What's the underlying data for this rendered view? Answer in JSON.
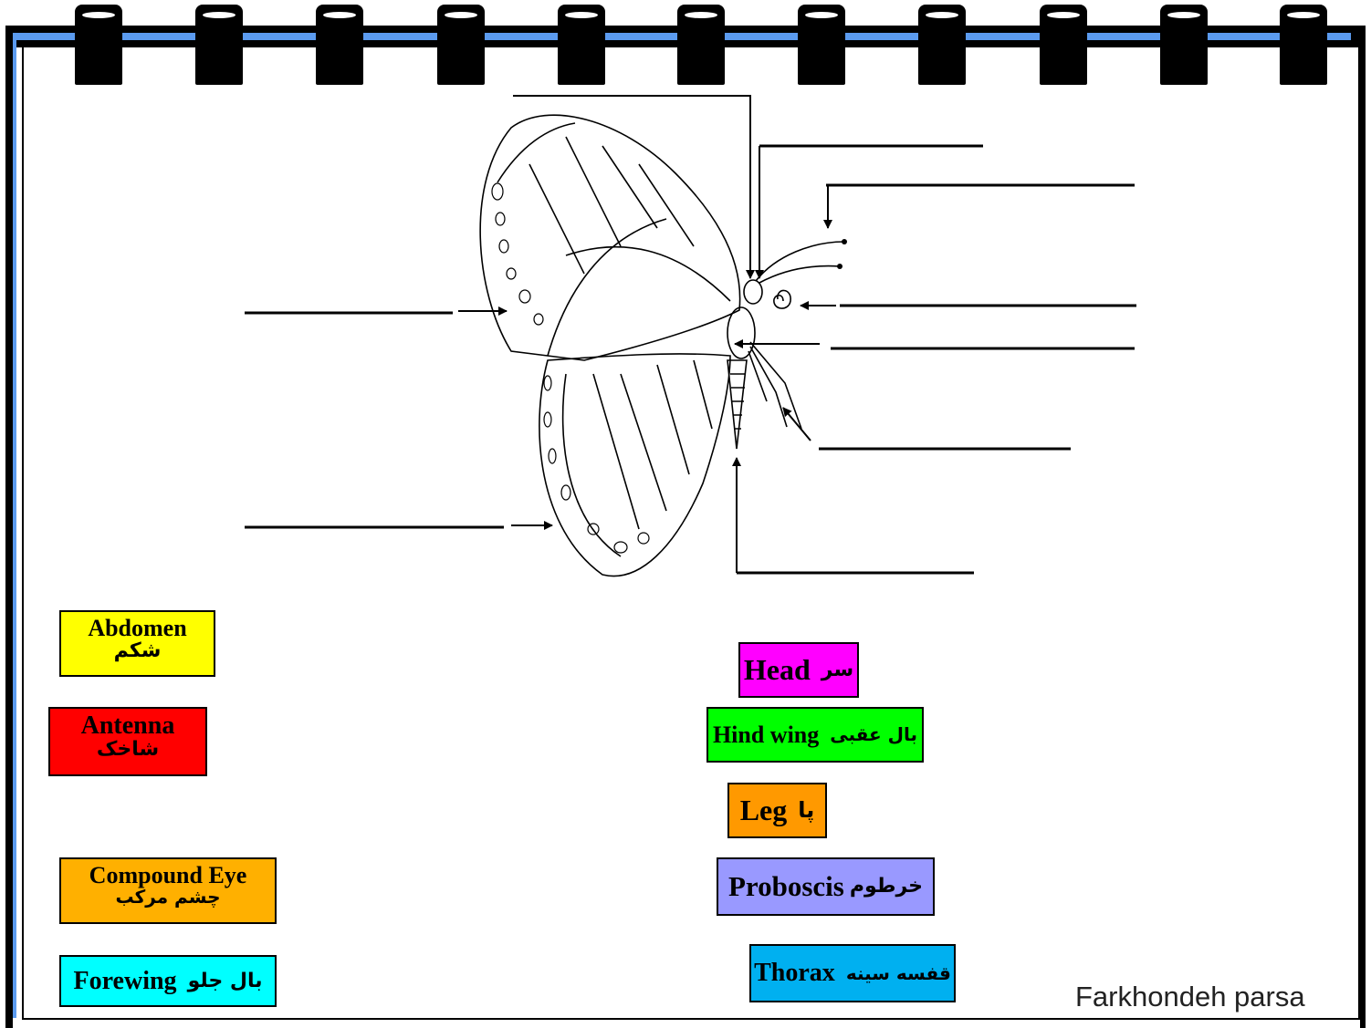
{
  "colors": {
    "abdomen": "#ffff00",
    "antenna": "#ff0000",
    "compound_eye": "#ffb000",
    "forewing": "#00ffff",
    "head": "#ff00ff",
    "hind_wing": "#00ff00",
    "leg": "#ff9900",
    "proboscis": "#9999ff",
    "thorax": "#00b0f0",
    "frame_accent": "#5b9bef"
  },
  "labels": {
    "abdomen": {
      "en": "Abdomen",
      "fa": "شکم"
    },
    "antenna": {
      "en": "Antenna",
      "fa": "شاخک"
    },
    "compound_eye": {
      "en": "Compound Eye",
      "fa": "چشم مرکب"
    },
    "forewing": {
      "en": "Forewing",
      "fa": "بال جلو"
    },
    "head": {
      "en": "Head",
      "fa": "سر"
    },
    "hind_wing": {
      "en": "Hind wing",
      "fa": "بال عقبی"
    },
    "leg": {
      "en": "Leg",
      "fa": "پا"
    },
    "proboscis": {
      "en": "Proboscis",
      "fa": "خرطوم"
    },
    "thorax": {
      "en": "Thorax",
      "fa": "قفسه سینه"
    }
  },
  "author": "Farkhondeh parsa"
}
